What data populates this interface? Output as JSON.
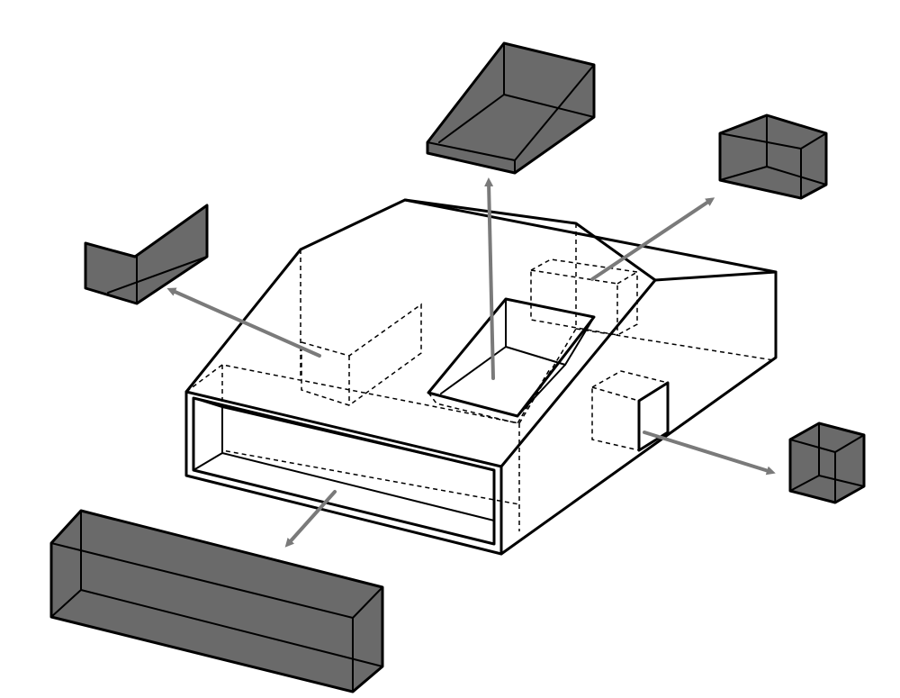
{
  "colors": {
    "background": "#ffffff",
    "outline": "#000000",
    "piece_fill": "#6a6a6a",
    "arrow": "#7a7a7a"
  },
  "pieces": [
    {
      "name": "skylight-prism"
    },
    {
      "name": "wedge-left"
    },
    {
      "name": "cube-top-right"
    },
    {
      "name": "cube-right"
    },
    {
      "name": "long-box-front"
    }
  ],
  "arrows": [
    {
      "name": "arrow-to-skylight-prism"
    },
    {
      "name": "arrow-to-wedge-left"
    },
    {
      "name": "arrow-to-cube-top-right"
    },
    {
      "name": "arrow-to-cube-right"
    },
    {
      "name": "arrow-to-long-box-front"
    }
  ]
}
